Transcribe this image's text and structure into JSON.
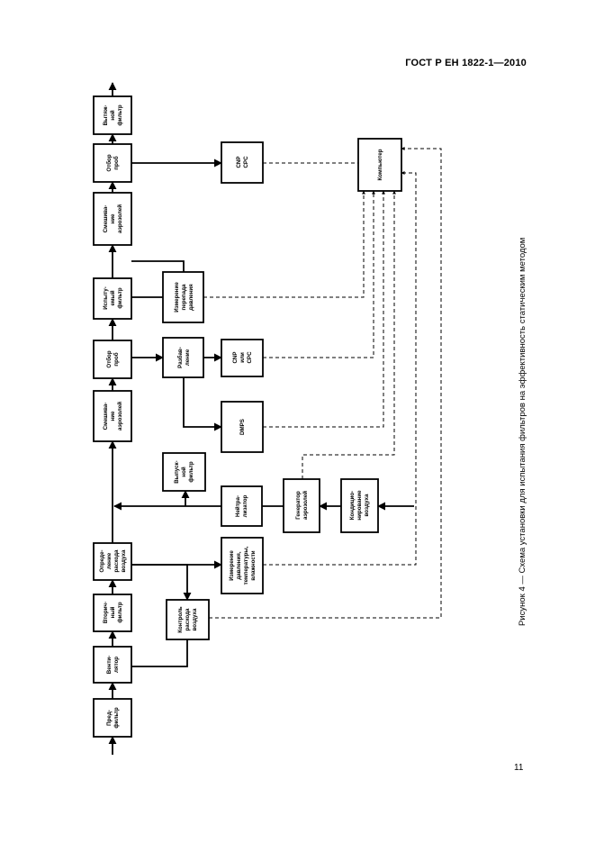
{
  "header": {
    "standard": "ГОСТ Р ЕН 1822-1—2010"
  },
  "page": {
    "number": "11"
  },
  "caption": "Рисунок 4 — Схема установки для испытания фильтров на эффективность статическим методом",
  "diagram": {
    "blocks": {
      "prefilter": [
        "Пред-",
        "фильтр"
      ],
      "fan": [
        "Венти-",
        "лятор"
      ],
      "second_filter": [
        "Вторич-",
        "ный",
        "фильтр"
      ],
      "flow_measure": [
        "Опреде-",
        "ление",
        "расхода",
        "воздуха"
      ],
      "mixer1": [
        "Смешива-",
        "ние",
        "аэрозолей"
      ],
      "sampling1": [
        "Отбор",
        "проб"
      ],
      "test_filter": [
        "Испыту-",
        "емый",
        "фильтр"
      ],
      "mixer2": [
        "Смешива-",
        "ние",
        "аэрозолей"
      ],
      "sampling2": [
        "Отбор",
        "проб"
      ],
      "exhaust_filter": [
        "Вытяж-",
        "ной",
        "фильтр"
      ],
      "flow_control": [
        "Контроль",
        "расхода",
        "воздуха"
      ],
      "pth_measure": [
        "Измерение",
        "давления,",
        "температуры,",
        "влажности"
      ],
      "neutralizer": [
        "Нейтра-",
        "лизатор"
      ],
      "outlet_filter": [
        "Выпуск-",
        "ной",
        "фильтр"
      ],
      "dilution": [
        "Разбав-",
        "ление"
      ],
      "dp_measure": [
        "Измерение",
        "перепада",
        "давления"
      ],
      "dmps": [
        "DMPS"
      ],
      "cnp_cpc_lower": [
        "CNP",
        "или",
        "CPC"
      ],
      "cnp_cpc_upper": [
        "CNP",
        "CPC"
      ],
      "aerosol_gen": [
        "Генератор",
        "аэрозолей"
      ],
      "air_conditioning": [
        "Кондицио-",
        "нирование",
        "воздуха"
      ],
      "computer": [
        "Компьютер"
      ]
    }
  }
}
